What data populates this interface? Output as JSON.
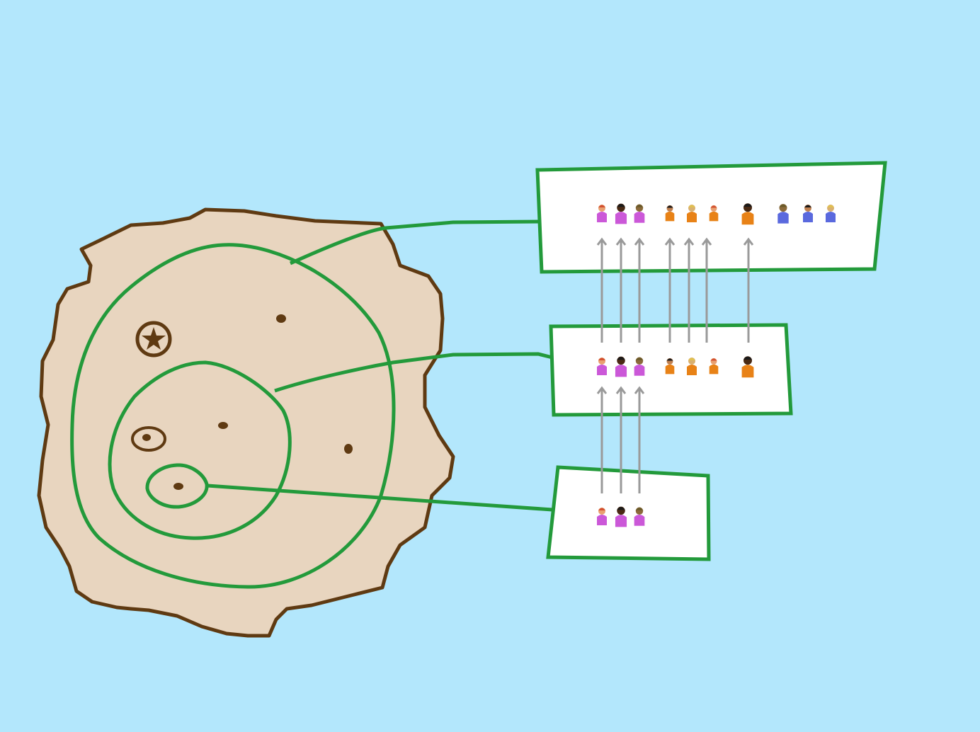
{
  "colors": {
    "background": "#b3e7fc",
    "island_fill": "#e8d5bf",
    "island_outline": "#5f3a12",
    "ring": "#239a3b",
    "box_fill": "#ffffff",
    "arrow": "#9a9a9a",
    "person_purple": "#cb58d8",
    "person_orange": "#e88217",
    "person_blue": "#5a69de"
  },
  "island": {
    "markers": [
      {
        "kind": "capital",
        "icon": "star-in-circle-icon"
      },
      {
        "kind": "city",
        "icon": "ring-dot-icon"
      },
      {
        "kind": "town",
        "icon": "dot-icon"
      },
      {
        "kind": "town",
        "icon": "dot-icon"
      },
      {
        "kind": "town",
        "icon": "dot-icon"
      },
      {
        "kind": "town",
        "icon": "dot-icon"
      }
    ],
    "rings": [
      "small-area",
      "medium-area",
      "large-area"
    ]
  },
  "panels": [
    {
      "name": "large-area-panel",
      "groups": [
        {
          "color": "purple",
          "count": 3
        },
        {
          "color": "orange",
          "count": 3
        },
        {
          "color": "orange",
          "count": 1
        },
        {
          "color": "blue",
          "count": 3
        }
      ]
    },
    {
      "name": "medium-area-panel",
      "groups": [
        {
          "color": "purple",
          "count": 3
        },
        {
          "color": "orange",
          "count": 3
        },
        {
          "color": "orange",
          "count": 1
        }
      ]
    },
    {
      "name": "small-area-panel",
      "groups": [
        {
          "color": "purple",
          "count": 3
        }
      ]
    }
  ],
  "arrows": {
    "small_to_medium": 3,
    "medium_to_large": 7
  }
}
